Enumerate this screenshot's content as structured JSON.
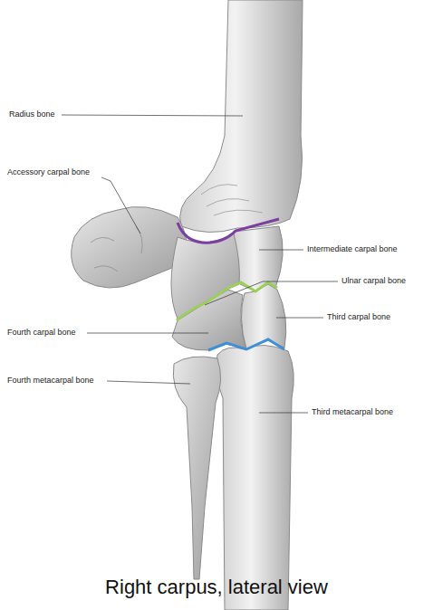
{
  "diagram": {
    "caption": "Right carpus, lateral view",
    "labels": [
      "Radius bone",
      "Accessory carpal bone",
      "Intermediate carpal bone",
      "Ulnar carpal bone",
      "Third carpal bone",
      "Fourth carpal bone",
      "Fourth metacarpal bone",
      "Third metacarpal bone"
    ]
  }
}
